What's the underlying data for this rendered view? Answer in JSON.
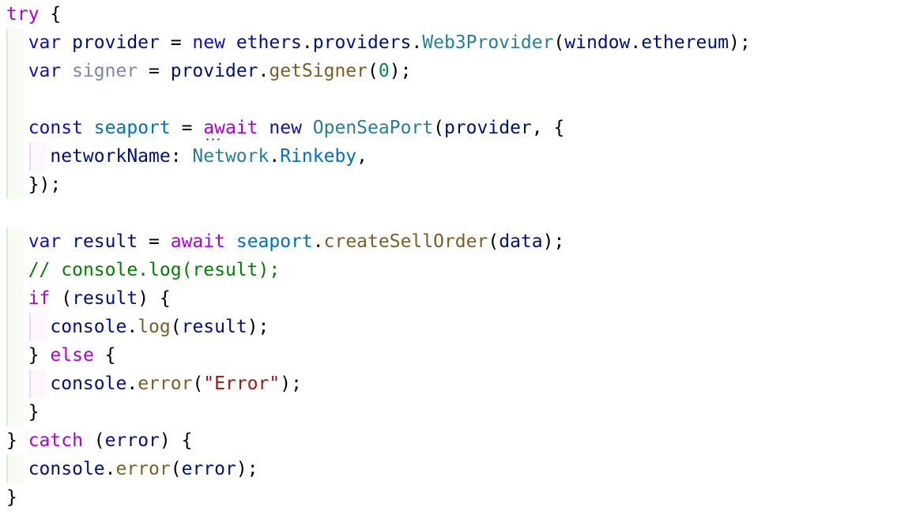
{
  "editor": {
    "lines": [
      [
        {
          "t": "try",
          "c": "kw-ctrl"
        },
        {
          "t": " {",
          "c": "punc"
        }
      ],
      [
        {
          "t": "  "
        },
        {
          "t": "var",
          "c": "kw-blue"
        },
        {
          "t": " provider",
          "c": "var"
        },
        {
          "t": " = ",
          "c": "punc"
        },
        {
          "t": "new",
          "c": "kw-blue"
        },
        {
          "t": " ethers",
          "c": "var"
        },
        {
          "t": ".",
          "c": "punc"
        },
        {
          "t": "providers",
          "c": "var"
        },
        {
          "t": ".",
          "c": "punc"
        },
        {
          "t": "Web3Provider",
          "c": "type"
        },
        {
          "t": "(",
          "c": "punc"
        },
        {
          "t": "window",
          "c": "var"
        },
        {
          "t": ".",
          "c": "punc"
        },
        {
          "t": "ethereum",
          "c": "var"
        },
        {
          "t": ");",
          "c": "punc"
        }
      ],
      [
        {
          "t": "  "
        },
        {
          "t": "var",
          "c": "kw-blue"
        },
        {
          "t": " signer",
          "c": "var-dim"
        },
        {
          "t": " = ",
          "c": "punc"
        },
        {
          "t": "provider",
          "c": "var"
        },
        {
          "t": ".",
          "c": "punc"
        },
        {
          "t": "getSigner",
          "c": "func"
        },
        {
          "t": "(",
          "c": "punc"
        },
        {
          "t": "0",
          "c": "num"
        },
        {
          "t": ");",
          "c": "punc"
        }
      ],
      [],
      [
        {
          "t": "  "
        },
        {
          "t": "const",
          "c": "kw-blue"
        },
        {
          "t": " seaport",
          "c": "const"
        },
        {
          "t": " = ",
          "c": "punc"
        },
        {
          "t": "await",
          "c": "kw-ctrl",
          "dots": true
        },
        {
          "t": " "
        },
        {
          "t": "new",
          "c": "kw-blue"
        },
        {
          "t": " "
        },
        {
          "t": "OpenSeaPort",
          "c": "type"
        },
        {
          "t": "(",
          "c": "punc"
        },
        {
          "t": "provider",
          "c": "var"
        },
        {
          "t": ", {",
          "c": "punc"
        }
      ],
      [
        {
          "t": "    "
        },
        {
          "t": "networkName",
          "c": "var"
        },
        {
          "t": ": ",
          "c": "punc"
        },
        {
          "t": "Network",
          "c": "type"
        },
        {
          "t": ".",
          "c": "punc"
        },
        {
          "t": "Rinkeby",
          "c": "const"
        },
        {
          "t": ",",
          "c": "punc"
        }
      ],
      [
        {
          "t": "  "
        },
        {
          "t": "});",
          "c": "punc"
        }
      ],
      [],
      [
        {
          "t": "  "
        },
        {
          "t": "var",
          "c": "kw-blue"
        },
        {
          "t": " result",
          "c": "var"
        },
        {
          "t": " = ",
          "c": "punc"
        },
        {
          "t": "await",
          "c": "kw-ctrl"
        },
        {
          "t": " "
        },
        {
          "t": "seaport",
          "c": "const"
        },
        {
          "t": ".",
          "c": "punc"
        },
        {
          "t": "createSellOrder",
          "c": "func"
        },
        {
          "t": "(",
          "c": "punc"
        },
        {
          "t": "data",
          "c": "var"
        },
        {
          "t": ");",
          "c": "punc"
        }
      ],
      [
        {
          "t": "  "
        },
        {
          "t": "// console.log(result);",
          "c": "cmt"
        }
      ],
      [
        {
          "t": "  "
        },
        {
          "t": "if",
          "c": "kw-ctrl"
        },
        {
          "t": " (",
          "c": "punc"
        },
        {
          "t": "result",
          "c": "var"
        },
        {
          "t": ") {",
          "c": "punc"
        }
      ],
      [
        {
          "t": "    "
        },
        {
          "t": "console",
          "c": "var"
        },
        {
          "t": ".",
          "c": "punc"
        },
        {
          "t": "log",
          "c": "func"
        },
        {
          "t": "(",
          "c": "punc"
        },
        {
          "t": "result",
          "c": "var"
        },
        {
          "t": ");",
          "c": "punc"
        }
      ],
      [
        {
          "t": "  "
        },
        {
          "t": "} ",
          "c": "punc"
        },
        {
          "t": "else",
          "c": "kw-ctrl"
        },
        {
          "t": " {",
          "c": "punc"
        }
      ],
      [
        {
          "t": "    "
        },
        {
          "t": "console",
          "c": "var"
        },
        {
          "t": ".",
          "c": "punc"
        },
        {
          "t": "error",
          "c": "func"
        },
        {
          "t": "(",
          "c": "punc"
        },
        {
          "t": "\"Error\"",
          "c": "str"
        },
        {
          "t": ");",
          "c": "punc"
        }
      ],
      [
        {
          "t": "  "
        },
        {
          "t": "}",
          "c": "punc"
        }
      ],
      [
        {
          "t": "} ",
          "c": "punc"
        },
        {
          "t": "catch",
          "c": "kw-ctrl"
        },
        {
          "t": " (",
          "c": "punc"
        },
        {
          "t": "error",
          "c": "var"
        },
        {
          "t": ") {",
          "c": "punc"
        }
      ],
      [
        {
          "t": "  "
        },
        {
          "t": "console",
          "c": "var"
        },
        {
          "t": ".",
          "c": "punc"
        },
        {
          "t": "error",
          "c": "func"
        },
        {
          "t": "(",
          "c": "punc"
        },
        {
          "t": "error",
          "c": "var"
        },
        {
          "t": ");",
          "c": "punc"
        }
      ],
      [
        {
          "t": "}",
          "c": "punc"
        }
      ]
    ]
  },
  "colors": {
    "background": "#ffffff",
    "keyword_control": "#af00db",
    "keyword": "#0f10c0",
    "variable": "#001080",
    "unused_variable": "#7a85b8",
    "constant": "#0070c1",
    "type": "#267f99",
    "function": "#795e26",
    "number": "#098658",
    "string": "#a31515",
    "comment": "#008000",
    "indent_guide_outer": "#d9ebd6",
    "indent_guide_inner": "#efd9ef"
  }
}
